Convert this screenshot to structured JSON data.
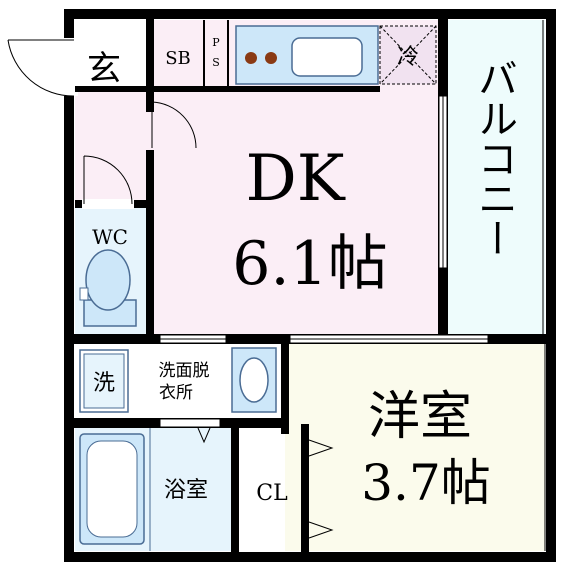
{
  "rooms": {
    "entrance": "玄",
    "shoe_box": "SB",
    "pipe_space_top": "P",
    "pipe_space_bottom": "S",
    "fridge": "冷",
    "dk_name": "DK",
    "dk_size": "6.1帖",
    "balcony": "バルコニー",
    "wc": "WC",
    "washer": "洗",
    "washroom_line1": "洗面脱",
    "washroom_line2": "衣所",
    "bath": "浴室",
    "closet": "CL",
    "western_name": "洋室",
    "western_size": "3.7帖"
  },
  "colors": {
    "wall": "#000000",
    "dk_floor": "#fbeef6",
    "western_floor": "#fbfbec",
    "balcony_floor": "#eefcfc",
    "wet_area": "#e6f4fc",
    "fixture": "#cde7f9",
    "fixture_stroke": "#4a6c94",
    "burner": "#8a3a14",
    "fridge_fill": "#f1e2f0"
  }
}
